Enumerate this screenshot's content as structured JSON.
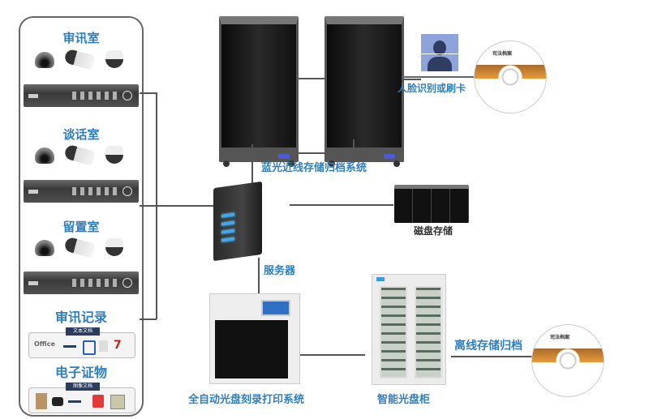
{
  "diagram": {
    "left_panel": {
      "rooms": [
        {
          "title": "审讯室"
        },
        {
          "title": "谈话室"
        },
        {
          "title": "留置室"
        }
      ],
      "records": {
        "title": "审讯记录",
        "tag": "文本文档"
      },
      "evidence": {
        "title": "电子证物",
        "tag": "图像文档"
      }
    },
    "nodes": {
      "bluray_system": "蓝光近线存储归档系统",
      "face_recognition": "人脸识别或刷卡",
      "disk_storage": "磁盘存储",
      "server": "服务器",
      "burner": "全自动光盘刻录打印系统",
      "disc_cabinet": "智能光盘柜",
      "offline_archive": "离线存储归档"
    },
    "disc_label": "司法档案",
    "record_icons": [
      "office-icon",
      "word-doc-icon",
      "text-file-icon",
      "pdf-icon"
    ],
    "evidence_icons": [
      "document-scan-icon",
      "camera-icon",
      "pdf-file-icon",
      "jpeg-image-icon"
    ],
    "colors": {
      "label_blue": "#2f7fbf",
      "label_dark": "#333333",
      "line": "#555555"
    }
  }
}
